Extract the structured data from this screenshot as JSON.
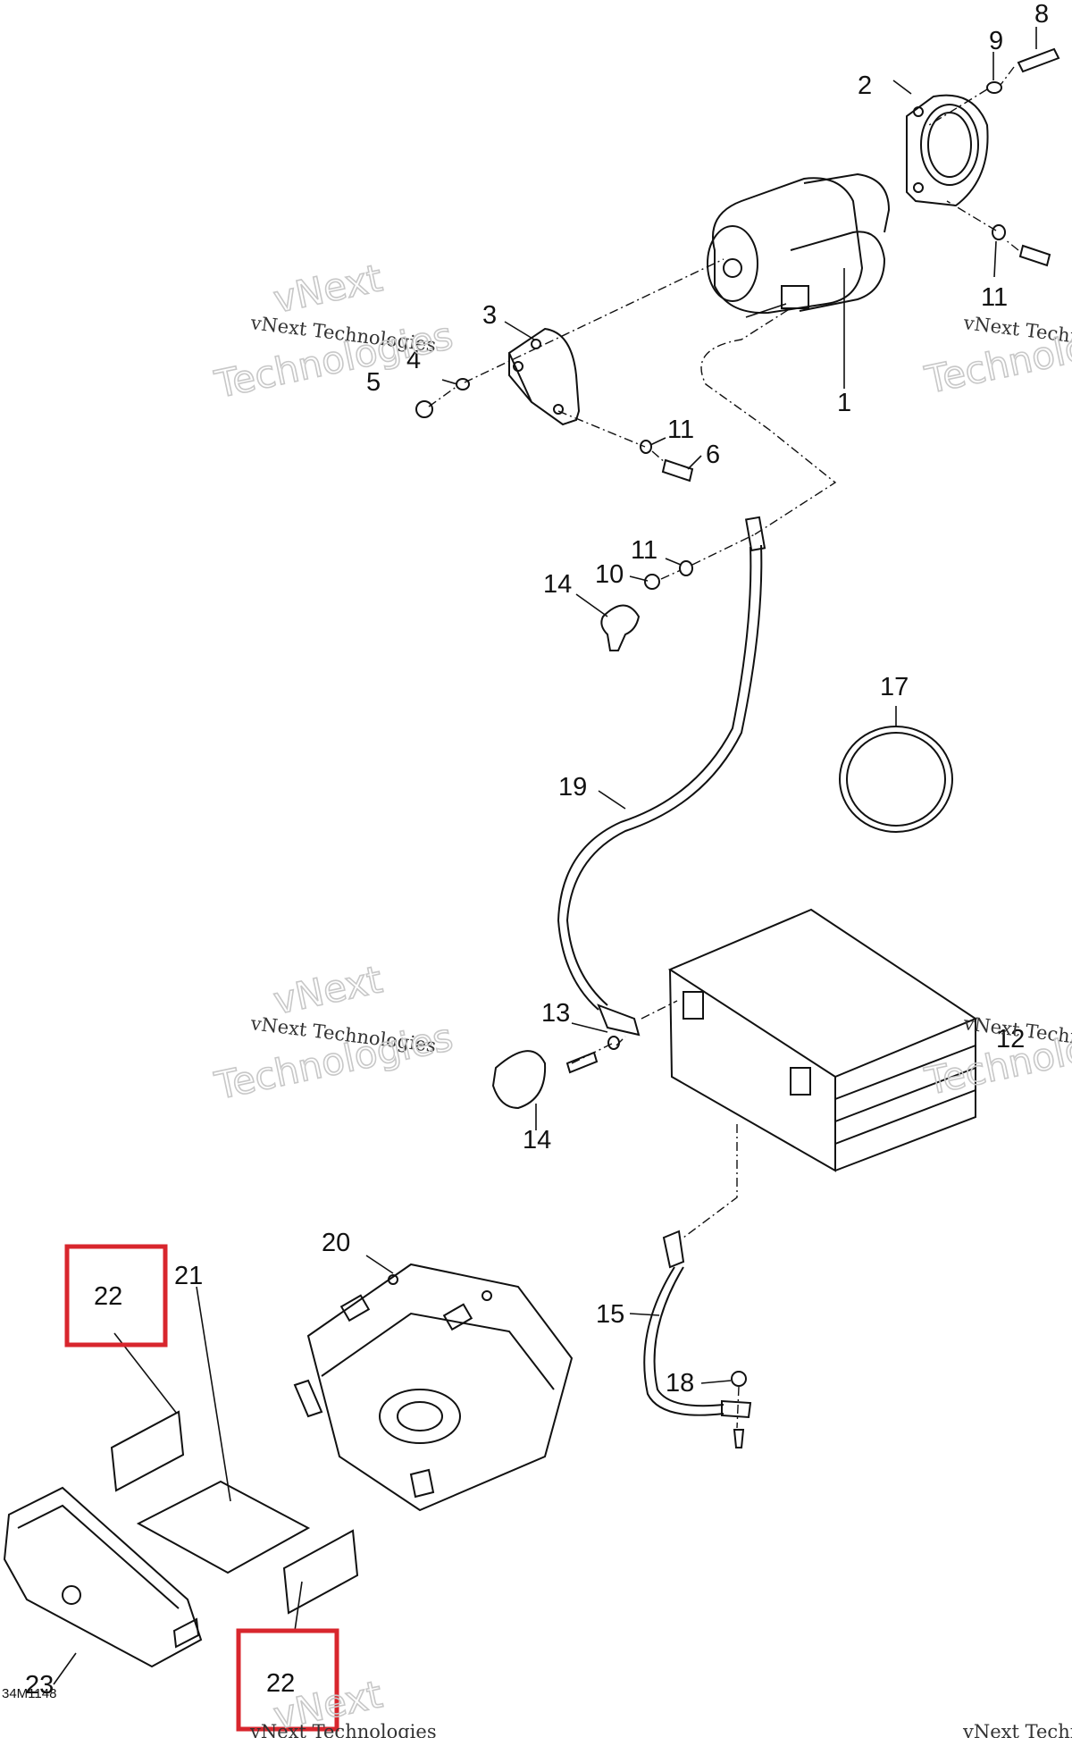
{
  "drawing_code": "34M1148",
  "watermark": {
    "line1": "vNext Technologies",
    "line2a": "vNext",
    "line2b": "Technologies"
  },
  "callouts": {
    "c1": "1",
    "c2": "2",
    "c3": "3",
    "c4": "4",
    "c5": "5",
    "c6": "6",
    "c8": "8",
    "c9": "9",
    "c10": "10",
    "c11a": "11",
    "c11b": "11",
    "c11c": "11",
    "c12": "12",
    "c13": "13",
    "c14a": "14",
    "c14b": "14",
    "c15": "15",
    "c17": "17",
    "c18": "18",
    "c19": "19",
    "c20": "20",
    "c21": "21",
    "c22a": "22",
    "c22b": "22",
    "c23": "23"
  },
  "highlights": [
    "22",
    "22"
  ],
  "colors": {
    "highlight": "#d8262d",
    "line": "#111111",
    "watermark": "#c8c8c8"
  }
}
